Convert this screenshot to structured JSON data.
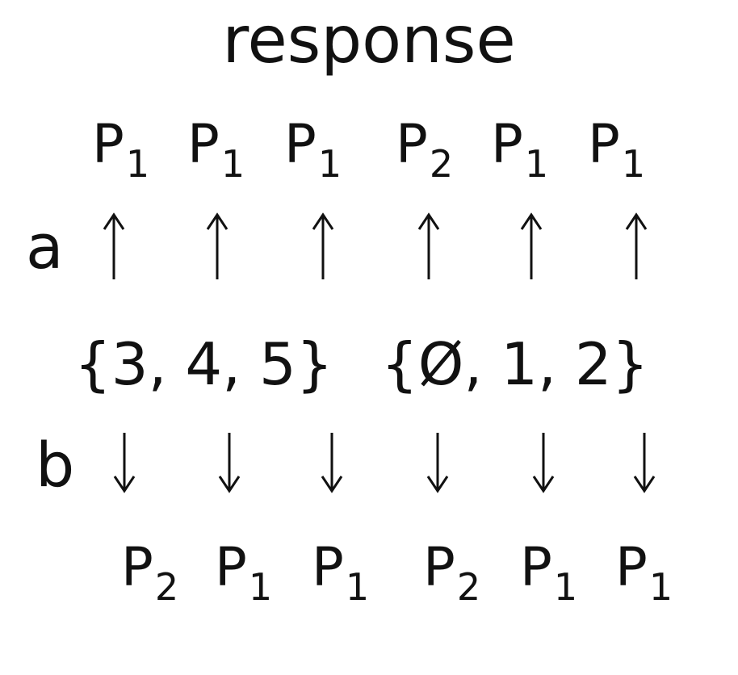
{
  "title": "response",
  "row_labels": {
    "a": "a",
    "b": "b"
  },
  "top_players": [
    {
      "letter": "P",
      "sub": "1"
    },
    {
      "letter": "P",
      "sub": "1"
    },
    {
      "letter": "P",
      "sub": "1"
    },
    {
      "letter": "P",
      "sub": "2"
    },
    {
      "letter": "P",
      "sub": "1"
    },
    {
      "letter": "P",
      "sub": "1"
    }
  ],
  "sets": [
    {
      "text": "{3, 4, 5}"
    },
    {
      "text": "{Ø, 1, 2}"
    }
  ],
  "bottom_players": [
    {
      "letter": "P",
      "sub": "2"
    },
    {
      "letter": "P",
      "sub": "1"
    },
    {
      "letter": "P",
      "sub": "1"
    },
    {
      "letter": "P",
      "sub": "2"
    },
    {
      "letter": "P",
      "sub": "1"
    },
    {
      "letter": "P",
      "sub": "1"
    }
  ],
  "colors": {
    "ink": "#111111",
    "background": "#ffffff"
  }
}
